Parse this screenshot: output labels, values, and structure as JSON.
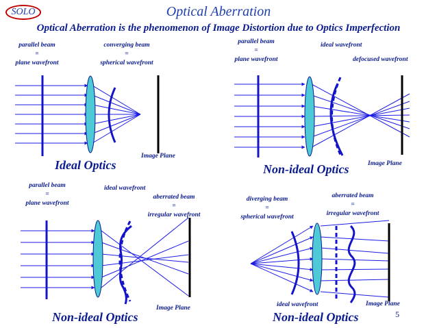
{
  "header": {
    "logo": "SOLO",
    "title": "Optical Aberration",
    "subtitle": "Optical Aberration is the phenomenon of Image Distortion due to Optics Imperfection"
  },
  "panels": {
    "top_left": {
      "label_parallel_1": "parallel beam",
      "label_parallel_eq": "=",
      "label_parallel_2": "plane wavefront",
      "label_converging_1": "converging beam",
      "label_converging_eq": "=",
      "label_converging_2": "spherical wavefront",
      "image_plane": "Image Plane",
      "caption": "Ideal Optics"
    },
    "top_right": {
      "label_parallel_1": "parallel beam",
      "label_parallel_eq": "=",
      "label_parallel_2": "plane wavefront",
      "label_ideal": "ideal wavefront",
      "label_defocused": "defocused wavefront",
      "image_plane": "Image Plane",
      "caption": "Non-ideal Optics"
    },
    "bottom_left": {
      "label_parallel_1": "parallel beam",
      "label_parallel_eq": "=",
      "label_parallel_2": "plane wavefront",
      "label_ideal": "ideal wavefront",
      "label_aberrated_1": "aberrated beam",
      "label_aberrated_eq": "=",
      "label_aberrated_2": "irregular wavefront",
      "image_plane": "Image Plane",
      "caption": "Non-ideal Optics"
    },
    "bottom_right": {
      "label_diverging_1": "diverging beam",
      "label_diverging_eq": "=",
      "label_diverging_2": "spherical wavefront",
      "label_aberrated_1": "aberrated beam",
      "label_aberrated_eq": "=",
      "label_aberrated_2": "irregular wavefront",
      "label_ideal": "ideal wavefront",
      "image_plane": "Image Plane",
      "caption": "Non-ideal Optics"
    }
  },
  "page_number": "5",
  "colors": {
    "ray": "#1a1ae6",
    "wavefront": "#1414c8",
    "lens_fill": "#4ec9d6",
    "lens_stroke": "#0a1a8f",
    "text": "#0a1a8f",
    "logo_border": "#c00000"
  }
}
